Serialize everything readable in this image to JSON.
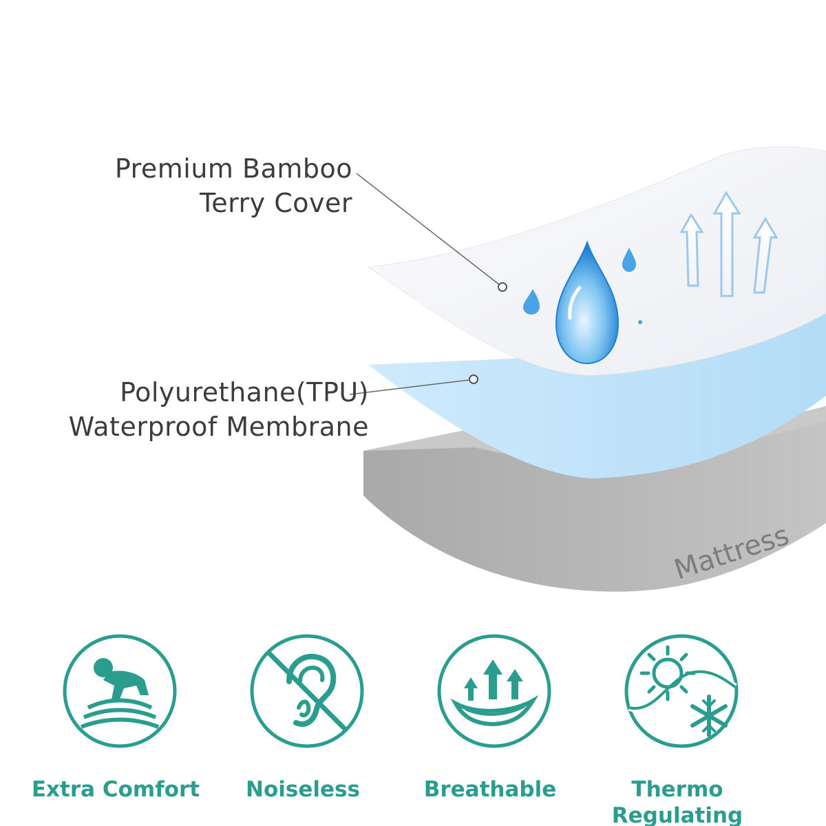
{
  "colors": {
    "accent": "#2a9d8f",
    "text": "#3c3c3c",
    "membrane": "#bfe3fa",
    "mattress": "#b4b4b4",
    "drop": "#2f8ee0"
  },
  "layers": {
    "cover": {
      "line1": "Premium Bamboo",
      "line2": "Terry Cover"
    },
    "membrane": {
      "line1": "Polyurethane(TPU)",
      "line2": "Waterproof Membrane"
    },
    "mattress": {
      "label": "Mattress"
    }
  },
  "features": [
    {
      "icon": "crawling-baby-icon",
      "line1": "Extra Comfort",
      "line2": ""
    },
    {
      "icon": "ear-crossed-icon",
      "line1": "Noiseless",
      "line2": ""
    },
    {
      "icon": "airflow-arrows-icon",
      "line1": "Breathable",
      "line2": ""
    },
    {
      "icon": "sun-snowflake-icon",
      "line1": "Thermo",
      "line2": "Regulating"
    }
  ]
}
